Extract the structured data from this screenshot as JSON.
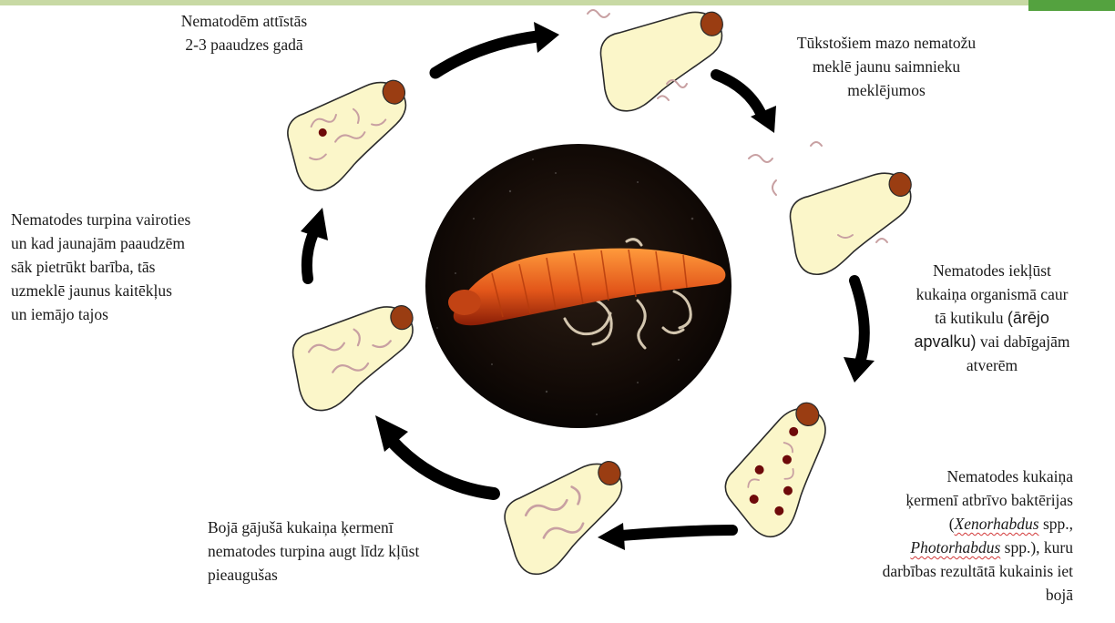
{
  "diagram": {
    "captions": {
      "top_left": [
        "Nematodēm attīstās",
        "2-3 paaudzes gadā"
      ],
      "top_right": [
        "Tūkstošiem mazo nematožu",
        "meklē jaunu saimnieku",
        "meklējumos"
      ],
      "left": [
        "Nematodes turpina vairoties",
        "un kad jaunajām paaudzēm",
        "sāk pietrūkt barība, tās",
        "uzmeklē jaunus kaitēkļus",
        "un iemājo tajos"
      ],
      "right": {
        "line1": "Nematodes iekļūst",
        "line2": "kukaiņa organismā caur",
        "line3a": "tā kutikulu ",
        "line3b": "(ārējo",
        "line4a": "apvalku)",
        "line4b": " vai dabīgajām",
        "line5": "atverēm"
      },
      "bottom_right": {
        "line1": "Nematodes kukaiņa",
        "line2": "ķermenī atbrīvo baktērijas",
        "line3_open": "(",
        "genus1": "Xenorhabdus",
        "spp1": " spp.,",
        "genus2": "Photorhabdus",
        "line4_rest": " spp.), kuru",
        "line5": "darbības rezultātā kukainis iet",
        "line6": "bojā"
      },
      "bottom_left": [
        "Bojā gājušā kukaiņa ķermenī",
        "nematodes turpina augt līdz kļūst",
        "pieaugušas"
      ]
    },
    "colors": {
      "larva_body": "#fbf6c9",
      "larva_outline": "#2b2b2b",
      "larva_head": "#9a3d12",
      "nematode": "#c8a0a2",
      "bacteria": "#6e0a0a",
      "arrow": "#000000",
      "photo_background": "#120a06",
      "photo_larva": "#e2561a"
    }
  }
}
